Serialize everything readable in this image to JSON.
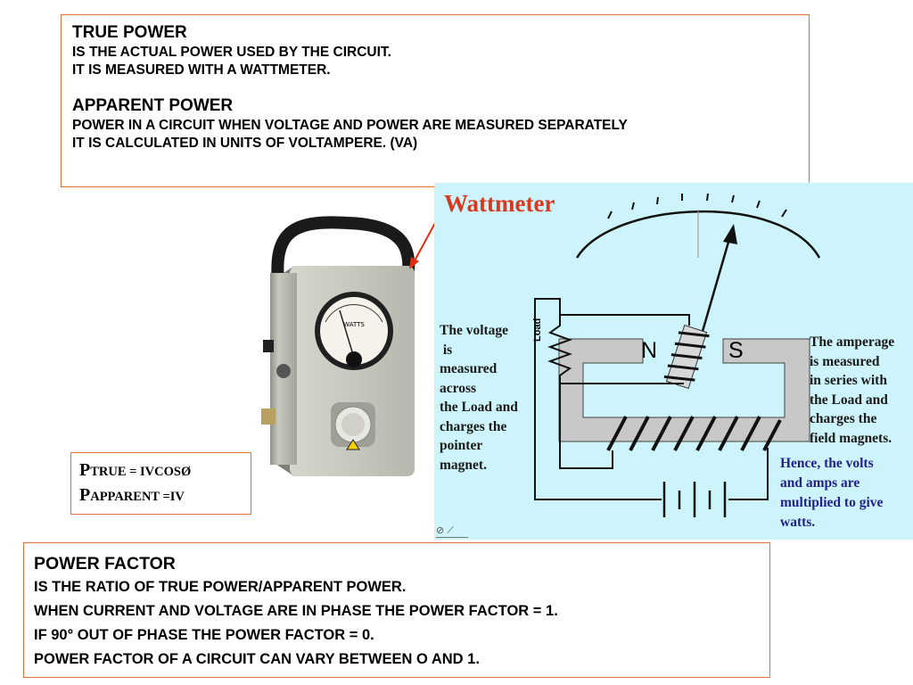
{
  "true_power": {
    "heading": "TRUE POWER",
    "lines": [
      "IS THE ACTUAL POWER USED BY  THE CIRCUIT.",
      "IT IS MEASURED WITH A WATTMETER."
    ]
  },
  "apparent_power": {
    "heading": "APPARENT  POWER",
    "lines": [
      "POWER IN A CIRCUIT  WHEN VOLTAGE AND POWER ARE MEASURED SEPARATELY",
      "IT IS  CALCULATED IN UNITS OF VOLTAMPERE. (VA)"
    ]
  },
  "formulas": {
    "line1_prefix": "P",
    "line1_rest": "TRUE = IVCOSØ",
    "line2_prefix": "P",
    "line2_rest": "APPARENT =IV"
  },
  "power_factor": {
    "heading": "POWER FACTOR",
    "lines": [
      "IS THE RATIO OF TRUE POWER/APPARENT POWER.",
      "WHEN CURRENT AND VOLTAGE ARE IN PHASE THE POWER FACTOR = 1.",
      "IF 90° OUT OF PHASE THE POWER FACTOR = 0.",
      "POWER FACTOR OF  A CIRCUIT CAN VARY BETWEEN O AND 1."
    ]
  },
  "device": {
    "dial_label": "WATTS"
  },
  "diagram": {
    "title": "Wattmeter",
    "left_text": [
      "The voltage",
      " is",
      "measured",
      "across",
      "the Load and",
      "charges the",
      "pointer",
      "magnet."
    ],
    "right_text": [
      "The amperage",
      "is measured",
      "in series with",
      "the Load and",
      "charges the",
      "field magnets."
    ],
    "bottom_text": [
      "Hence, the volts",
      "and amps are",
      "multiplied to give",
      "watts."
    ],
    "n_label": "N",
    "s_label": "S",
    "load_label": "Load",
    "colors": {
      "background": "#ccf4fa",
      "title": "#d83a20",
      "note": "#22228a",
      "magnet": "#c8c8c8"
    }
  },
  "colors": {
    "box_border": "#e0703a",
    "arrow": "#e03010"
  }
}
